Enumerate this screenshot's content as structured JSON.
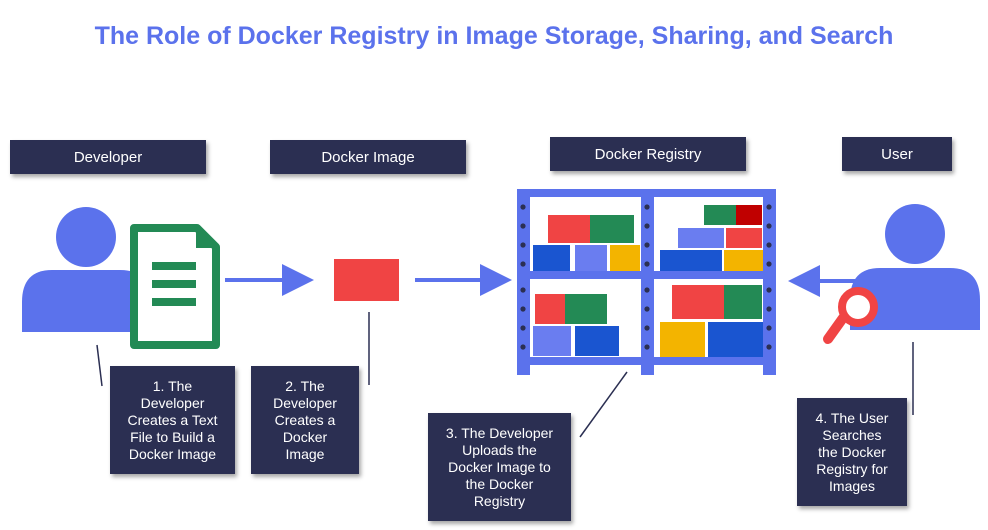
{
  "title": "The Role of Docker Registry in Image Storage, Sharing, and Search",
  "headers": {
    "developer": "Developer",
    "docker_image": "Docker Image",
    "docker_registry": "Docker Registry",
    "user": "User"
  },
  "steps": {
    "step1": "1. The\nDeveloper\nCreates a Text\nFile to Build a\nDocker Image",
    "step2": "2. The\nDeveloper\nCreates a\nDocker\nImage",
    "step3": "3. The Developer\nUploads the\nDocker Image to\nthe Docker\nRegistry",
    "step4": "4. The User\nSearches\nthe Docker\nRegistry for\nImages"
  },
  "icons": {
    "developer": "person-icon",
    "file": "document-icon",
    "image": "red-rectangle-icon",
    "registry": "shelf-icon",
    "user": "person-icon",
    "search": "magnifier-icon"
  },
  "colors": {
    "title": "#5b72ec",
    "box": "#2b2f52",
    "person": "#5b72ec",
    "arrow": "#5b72ec",
    "red": "#f04444",
    "green": "#238a55",
    "blue": "#1a55d0",
    "light_blue": "#6a7df0",
    "yellow": "#f3b400",
    "dark_red": "#c00000"
  }
}
